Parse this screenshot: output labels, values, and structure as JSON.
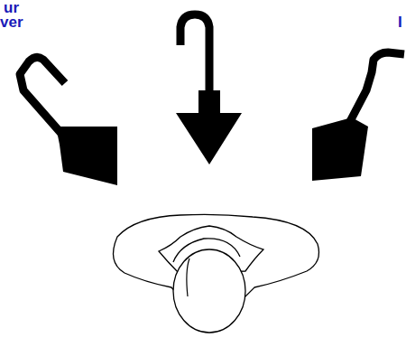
{
  "diagram": {
    "labels": [
      "ur",
      "ver",
      "I"
    ]
  }
}
